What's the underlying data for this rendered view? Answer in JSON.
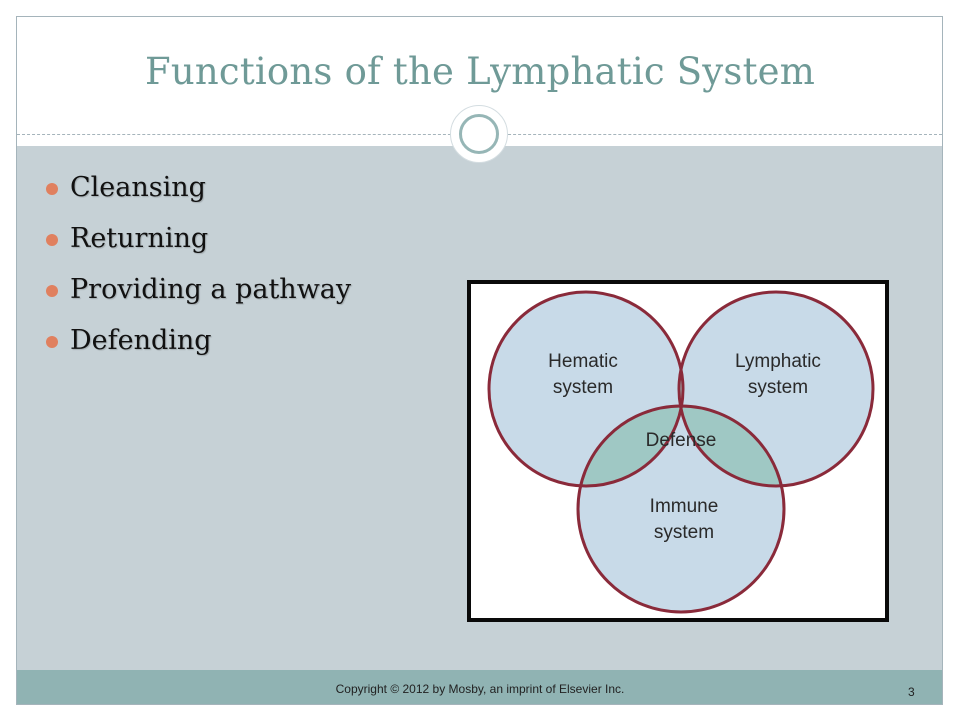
{
  "slide": {
    "title": "Functions of the Lymphatic System",
    "bullets": [
      {
        "label": "Cleansing"
      },
      {
        "label": "Returning"
      },
      {
        "label": "Providing a pathway"
      },
      {
        "label": "Defending"
      }
    ],
    "diagram": {
      "circles": [
        {
          "line1": "Hematic",
          "line2": "system"
        },
        {
          "line1": "Lymphatic",
          "line2": "system"
        },
        {
          "line1": "Immune",
          "line2": "system"
        }
      ],
      "center": "Defense",
      "colors": {
        "circle_fill": "#c8dae8",
        "overlap_fill": "#9fc8c4",
        "circle_stroke": "#8a2a3a"
      }
    },
    "footer": {
      "copyright": "Copyright © 2012 by Mosby, an imprint of Elsevier Inc.",
      "page_number": "3"
    },
    "colors": {
      "title": "#6f9a97",
      "content_bg": "#c6d1d6",
      "footer_bg": "#90b3b3",
      "bullet": "#e0805f"
    }
  }
}
